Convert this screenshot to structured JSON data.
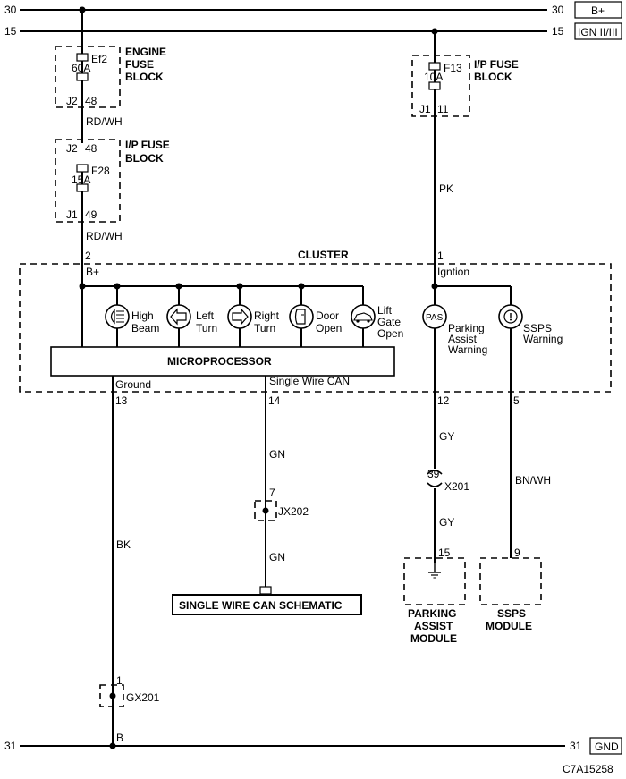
{
  "rails": {
    "b_plus_num": "30",
    "b_plus_label": "B+",
    "ign_num": "15",
    "ign_label": "IGN II/III",
    "gnd_num": "31",
    "gnd_label": "GND"
  },
  "engine_fuse_block": {
    "title_line1": "ENGINE",
    "title_line2": "FUSE",
    "title_line3": "BLOCK",
    "fuse_id": "Ef2",
    "fuse_rating": "60A",
    "conn": "J2",
    "pin": "48"
  },
  "wire_rdwh_1": "RD/WH",
  "ip_fuse_block_left": {
    "title_line1": "I/P FUSE",
    "title_line2": "BLOCK",
    "conn_in": "J2",
    "pin_in": "48",
    "fuse_id": "F28",
    "fuse_rating": "15A",
    "conn_out": "J1",
    "pin_out": "49"
  },
  "wire_rdwh_2": "RD/WH",
  "ip_fuse_block_right": {
    "title_line1": "I/P FUSE",
    "title_line2": "BLOCK",
    "fuse_id": "F13",
    "fuse_rating": "10A",
    "conn": "J1",
    "pin": "11"
  },
  "wire_pk": "PK",
  "cluster": {
    "title": "CLUSTER",
    "pin_bplus": "2",
    "bplus_label": "B+",
    "pin_ign": "1",
    "ign_label": "Igntion",
    "microprocessor": "MICROPROCESSOR",
    "ground_label": "Ground",
    "can_label": "Single Wire CAN",
    "pin_ground": "13",
    "pin_can": "14",
    "pin_pas": "12",
    "pin_ssps": "5",
    "pas_symbol": "PAS"
  },
  "indicators": [
    {
      "line1": "High",
      "line2": "Beam",
      "line3": ""
    },
    {
      "line1": "Left",
      "line2": "Turn",
      "line3": ""
    },
    {
      "line1": "Right",
      "line2": "Turn",
      "line3": ""
    },
    {
      "line1": "Door",
      "line2": "Open",
      "line3": ""
    },
    {
      "line1": "Lift",
      "line2": "Gate",
      "line3": "Open"
    }
  ],
  "pas_warning": {
    "line1": "Parking",
    "line2": "Assist",
    "line3": "Warning"
  },
  "ssps_warning": {
    "line1": "SSPS",
    "line2": "Warning"
  },
  "wire_gn_1": "GN",
  "jx202": {
    "pin": "7",
    "label": "JX202"
  },
  "wire_gn_2": "GN",
  "can_schematic": "SINGLE WIRE CAN SCHEMATIC",
  "wire_bk": "BK",
  "gx201": {
    "pin": "1",
    "label": "GX201"
  },
  "wire_b": "B",
  "wire_gy_1": "GY",
  "x201": {
    "pin": "39",
    "label": "X201"
  },
  "wire_gy_2": "GY",
  "wire_bnwh": "BN/WH",
  "pas_module": {
    "pin": "15",
    "line1": "PARKING",
    "line2": "ASSIST",
    "line3": "MODULE"
  },
  "ssps_module": {
    "pin": "9",
    "line1": "SSPS",
    "line2": "MODULE"
  },
  "diagram_code": "C7A15258"
}
